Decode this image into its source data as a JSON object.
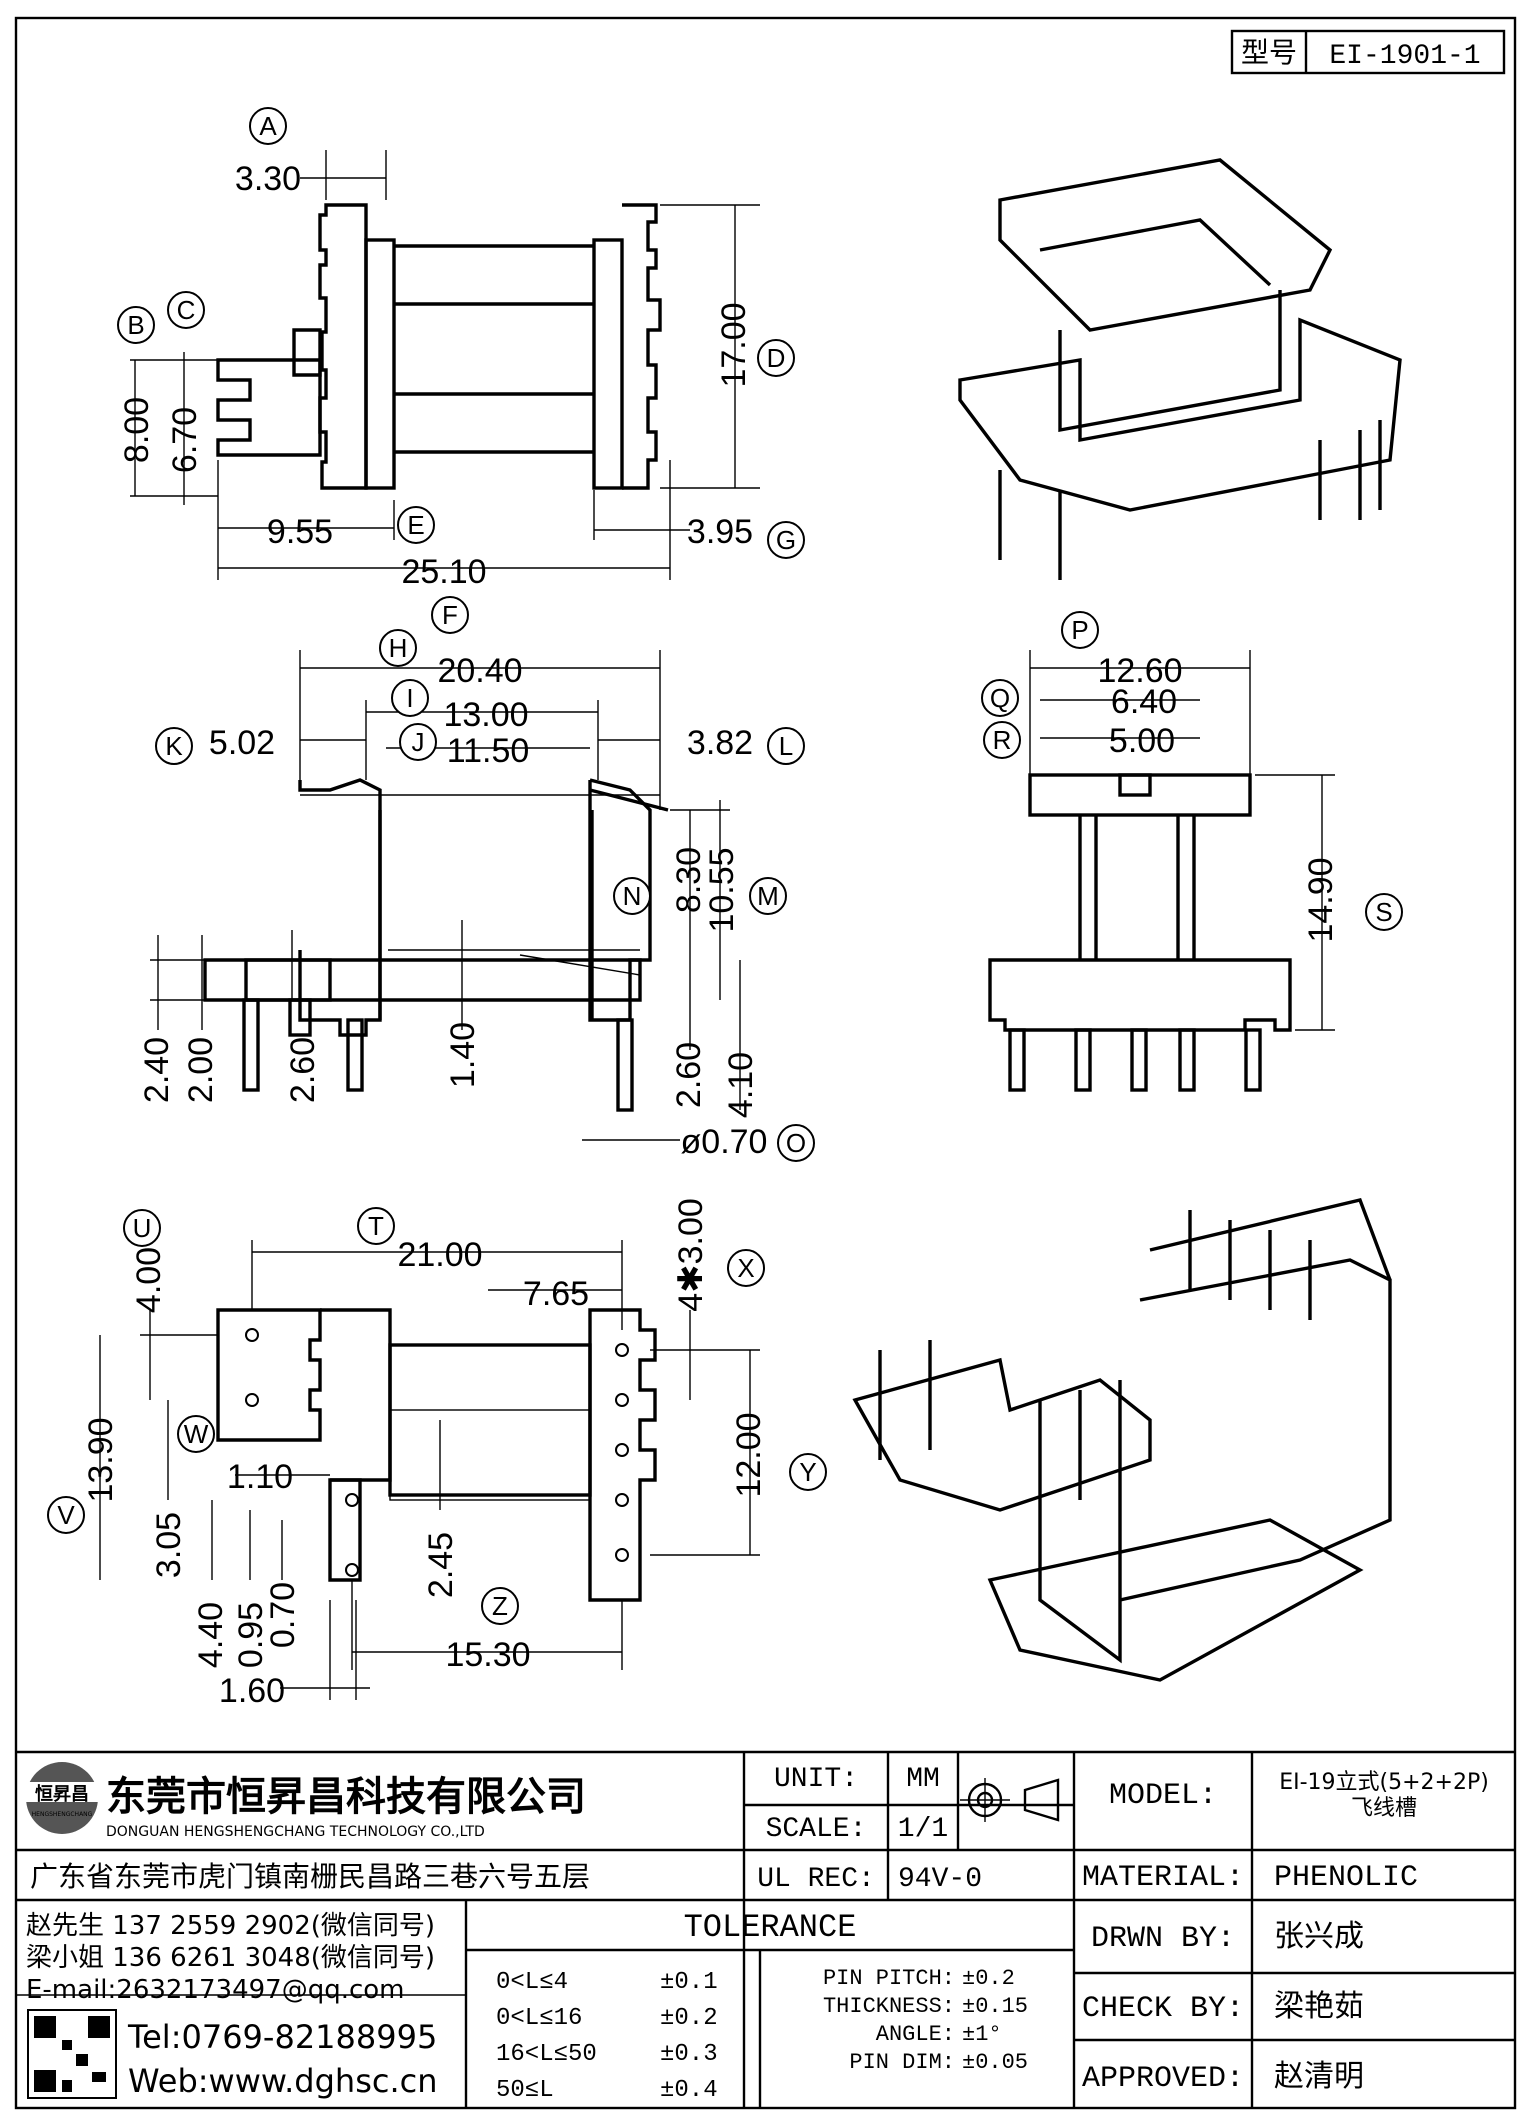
{
  "model_box": {
    "label": "型号",
    "value": "EI-1901-1"
  },
  "circle_labels": [
    "A",
    "B",
    "C",
    "D",
    "E",
    "F",
    "G",
    "H",
    "I",
    "J",
    "K",
    "L",
    "M",
    "N",
    "O",
    "P",
    "Q",
    "R",
    "S",
    "T",
    "U",
    "V",
    "W",
    "X",
    "Y",
    "Z"
  ],
  "dimensions": {
    "top_view": {
      "A": "3.30",
      "B": "8.00",
      "C": "6.70",
      "D": "17.00",
      "E": "9.55",
      "F": "25.10",
      "G": "3.95"
    },
    "side_view": {
      "H": "20.40",
      "I": "13.00",
      "J": "11.50",
      "K": "5.02",
      "L": "3.82",
      "M": "10.55",
      "N": "8.30",
      "O": "ø0.70",
      "left1": "2.40",
      "left2": "2.00",
      "left3": "2.60",
      "mid": "1.40",
      "right1": "2.60",
      "right2": "4.10"
    },
    "end_view": {
      "P": "12.60",
      "Q": "6.40",
      "R": "5.00",
      "S": "14.90"
    },
    "bottom_view": {
      "T": "21.00",
      "U": "4.00",
      "V": "13.90",
      "W": "3.05",
      "X": "4✱3.00",
      "Y": "12.00",
      "Z": "15.30",
      "d1": "7.65",
      "d2": "1.10",
      "d3": "2.45",
      "d4": "4.40",
      "d5": "0.95",
      "d6": "0.70",
      "d7": "1.60"
    }
  },
  "company": {
    "logo_text": "恒昇昌",
    "logo_sub": "HENGSHENGCHANG",
    "name_cn": "东莞市恒昇昌科技有限公司",
    "name_en": "DONGUAN HENGSHENGCHANG TECHNOLOGY CO.,LTD",
    "address": "广东省东莞市虎门镇南栅民昌路三巷六号五层"
  },
  "contacts": [
    "赵先生 137 2559 2902(微信同号)",
    "梁小姐 136 6261 3048(微信同号)",
    "E-mail:2632173497@qq.com"
  ],
  "tel": "Tel:0769-82188995",
  "web": "Web:www.dghsc.cn",
  "unit": {
    "label": "UNIT:",
    "value": "MM"
  },
  "scale": {
    "label": "SCALE:",
    "value": "1/1"
  },
  "ul_rec": {
    "label": "UL REC:",
    "value": "94V-0"
  },
  "tolerance": {
    "title": "TOLERANCE",
    "rows": [
      {
        "range": "0<L≤4",
        "value": "±0.1"
      },
      {
        "range": "0<L≤16",
        "value": "±0.2"
      },
      {
        "range": "16<L≤50",
        "value": "±0.3"
      },
      {
        "range": "50≤L",
        "value": "±0.4"
      }
    ],
    "specs": [
      {
        "label": "PIN PITCH:",
        "value": "±0.2"
      },
      {
        "label": "THICKNESS:",
        "value": "±0.15"
      },
      {
        "label": "ANGLE:",
        "value": "±1°"
      },
      {
        "label": "PIN DIM:",
        "value": "±0.05"
      }
    ]
  },
  "model": {
    "label": "MODEL:",
    "value": "EI-19立式(5+2+2P)",
    "value2": "飞线槽"
  },
  "material": {
    "label": "MATERIAL:",
    "value": "PHENOLIC"
  },
  "drawn_by": {
    "label": "DRWN BY:",
    "value": "张兴成"
  },
  "check_by": {
    "label": "CHECK BY:",
    "value": "梁艳茹"
  },
  "approved": {
    "label": "APPROVED:",
    "value": "赵清明"
  }
}
